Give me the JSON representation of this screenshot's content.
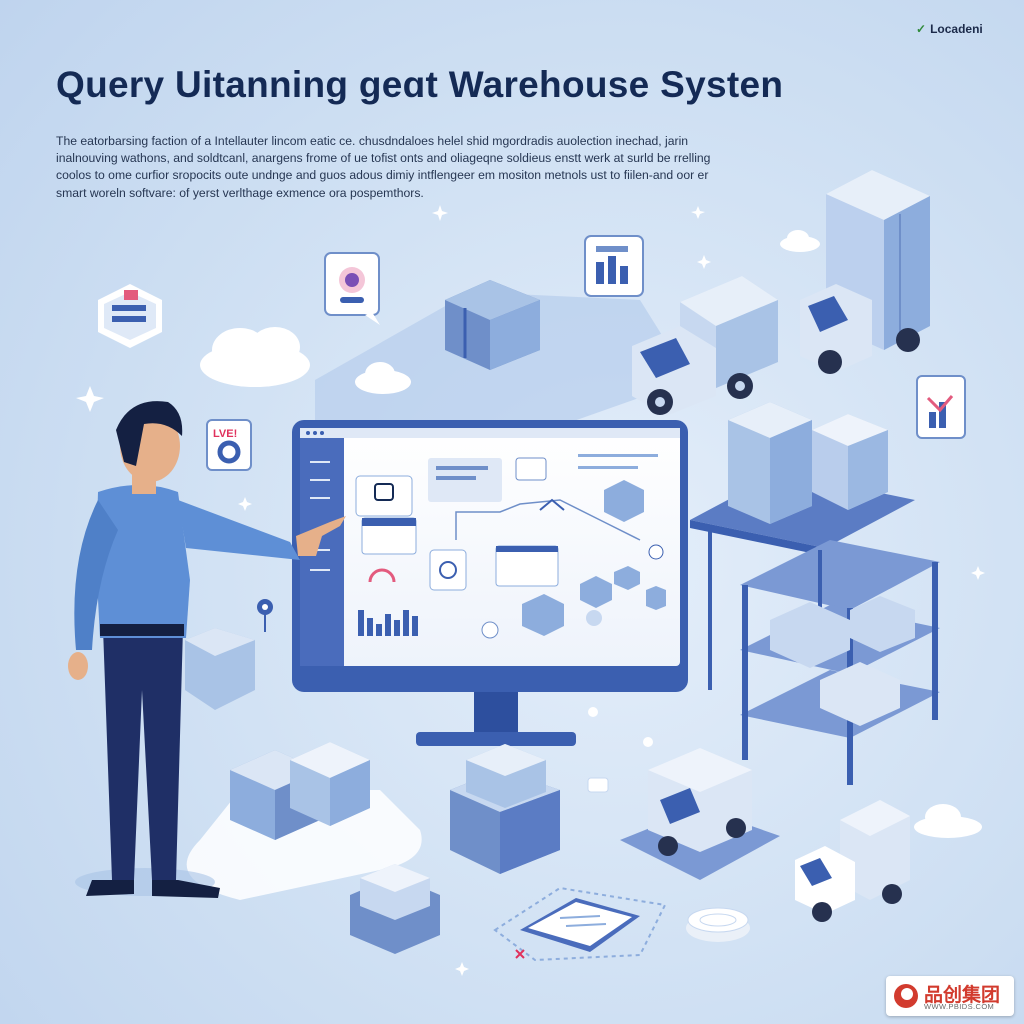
{
  "brand": {
    "name": "Locadeni",
    "icon": "leaf-mark-icon"
  },
  "title": "Query Uitanning geɑt Warehouse Systen",
  "description": "The eatorbarsing faction of a Intellauter lincom eatic ce. chusdndaloes helel shid mgordradis auolection inechad, jarin inalnouving wathons, and soldtcanl, anargens frome of ue tofist onts and oliageqne soldieus enstt werk at surld be rrelling coolos to ome curfior sropocits oute undnge and guos adous dimiy intflengeer em mositon metnols ust to fiilen-and oor er smart woreln softvare: of yerst verlthage exmence ora pospemthors.",
  "live_tag": "LVE!",
  "watermark": {
    "name": "品创集团",
    "url": "WWW.PBIDS.COM"
  },
  "colors": {
    "accent": "#3b5fb0",
    "navy": "#142a55",
    "box": "#a9c3e6",
    "box_dark": "#6f8fc9",
    "screen_bg": "#f6f9fe"
  },
  "icons": [
    "person-figure",
    "computer-monitor-icon",
    "delivery-truck-icon",
    "storage-rack-icon",
    "cardboard-box-icon",
    "cloud-icon",
    "chart-card-icon",
    "location-pin-icon",
    "sparkle-icon",
    "tablet-icon"
  ]
}
